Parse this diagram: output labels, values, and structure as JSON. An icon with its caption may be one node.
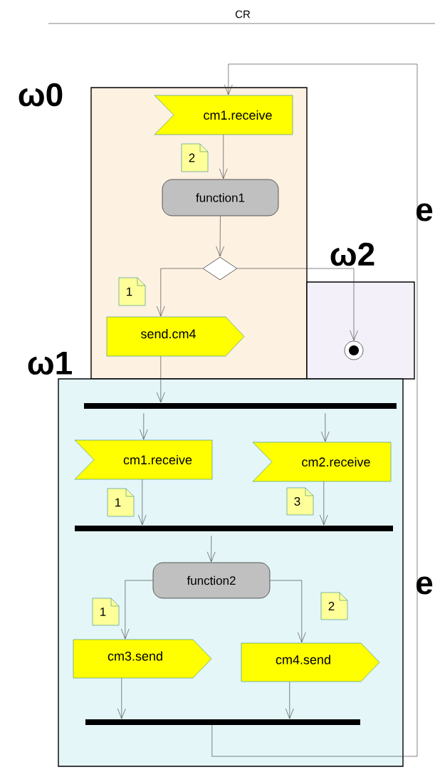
{
  "diagram": {
    "nodes": [
      {
        "text": [
          "ω0"
        ]
      },
      {
        "text": [
          "cm1.receive"
        ],
        "in": 0
      },
      {
        "text": [
          "2"
        ],
        "in": 0
      },
      {
        "text": [
          "function1"
        ],
        "in": 0
      },
      {
        "text": [],
        "shape": "diamond",
        "in": 0
      },
      {
        "text": [
          "1"
        ],
        "in": 0
      },
      {
        "text": [
          "send.cm4"
        ],
        "in": 0
      },
      {
        "text": [
          "ω2"
        ]
      },
      {
        "text": [],
        "shape": "circle",
        "in": 7
      },
      {
        "text": [
          "ω1"
        ]
      },
      {
        "text": [],
        "shape": "bar",
        "in": 9
      },
      {
        "text": [
          "cm1.receive"
        ],
        "in": 9
      },
      {
        "text": [
          "cm2.receive"
        ],
        "in": 9
      },
      {
        "text": [
          "1"
        ],
        "in": 9
      },
      {
        "text": [
          "3"
        ],
        "in": 9
      },
      {
        "text": [],
        "shape": "bar",
        "in": 9
      },
      {
        "text": [
          "function2"
        ],
        "in": 9
      },
      {
        "text": [
          "1"
        ],
        "in": 9
      },
      {
        "text": [
          "2"
        ],
        "in": 9
      },
      {
        "text": [
          "cm3.send"
        ],
        "in": 9
      },
      {
        "text": [
          "cm4.send"
        ],
        "in": 9
      },
      {
        "text": [],
        "shape": "bar",
        "in": 9
      }
    ],
    "edges": [
      {
        "from": 21,
        "to": 1,
        "arrow": "to"
      },
      {
        "from": 1,
        "to": 3,
        "arrow": "to"
      },
      {
        "from": 3,
        "to": 4,
        "arrow": "to"
      },
      {
        "from": 4,
        "to": 6,
        "arrow": "to"
      },
      {
        "from": 4,
        "to": 8,
        "arrow": "to"
      },
      {
        "from": 6,
        "to": 10,
        "arrow": "to"
      },
      {
        "from": 10,
        "to": 11,
        "arrow": "to"
      },
      {
        "from": 10,
        "to": 12,
        "arrow": "to"
      },
      {
        "from": 11,
        "to": 15,
        "arrow": "to"
      },
      {
        "from": 12,
        "to": 15,
        "arrow": "to"
      },
      {
        "from": 15,
        "to": 16,
        "arrow": "to"
      },
      {
        "from": 16,
        "to": 19,
        "arrow": "to"
      },
      {
        "from": 16,
        "to": 20,
        "arrow": "to"
      },
      {
        "from": 19,
        "to": 21,
        "arrow": "to"
      },
      {
        "from": 20,
        "to": 21,
        "arrow": "to"
      }
    ],
    "labels": [
      "CR",
      "e",
      "e"
    ]
  }
}
